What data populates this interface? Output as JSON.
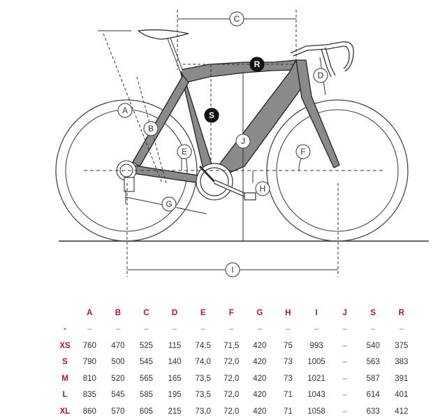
{
  "diagram": {
    "labels": [
      "A",
      "B",
      "C",
      "D",
      "E",
      "F",
      "G",
      "H",
      "I",
      "J",
      "S",
      "R"
    ]
  },
  "table": {
    "columns": [
      "A",
      "B",
      "C",
      "D",
      "E",
      "F",
      "G",
      "H",
      "I",
      "J",
      "S",
      "R"
    ],
    "unit_row": {
      "header": "-",
      "values": [
        "–",
        "–",
        "–",
        "–",
        "–",
        "–",
        "–",
        "–",
        "–",
        "–",
        "–",
        "–"
      ]
    },
    "rows": [
      {
        "size": "XS",
        "values": [
          "760",
          "470",
          "525",
          "115",
          "74,5",
          "71,5",
          "420",
          "75",
          "993",
          "–",
          "540",
          "375"
        ]
      },
      {
        "size": "S",
        "values": [
          "790",
          "500",
          "545",
          "140",
          "74,0",
          "72,0",
          "420",
          "73",
          "1005",
          "–",
          "563",
          "383"
        ]
      },
      {
        "size": "M",
        "values": [
          "810",
          "520",
          "565",
          "165",
          "73,5",
          "72,0",
          "420",
          "73",
          "1021",
          "–",
          "587",
          "391"
        ]
      },
      {
        "size": "L",
        "values": [
          "835",
          "545",
          "585",
          "195",
          "73,5",
          "72,0",
          "420",
          "71",
          "1043",
          "–",
          "614",
          "401"
        ]
      },
      {
        "size": "XL",
        "values": [
          "860",
          "570",
          "605",
          "215",
          "73,0",
          "72,0",
          "420",
          "71",
          "1058",
          "–",
          "633",
          "412"
        ]
      }
    ]
  }
}
